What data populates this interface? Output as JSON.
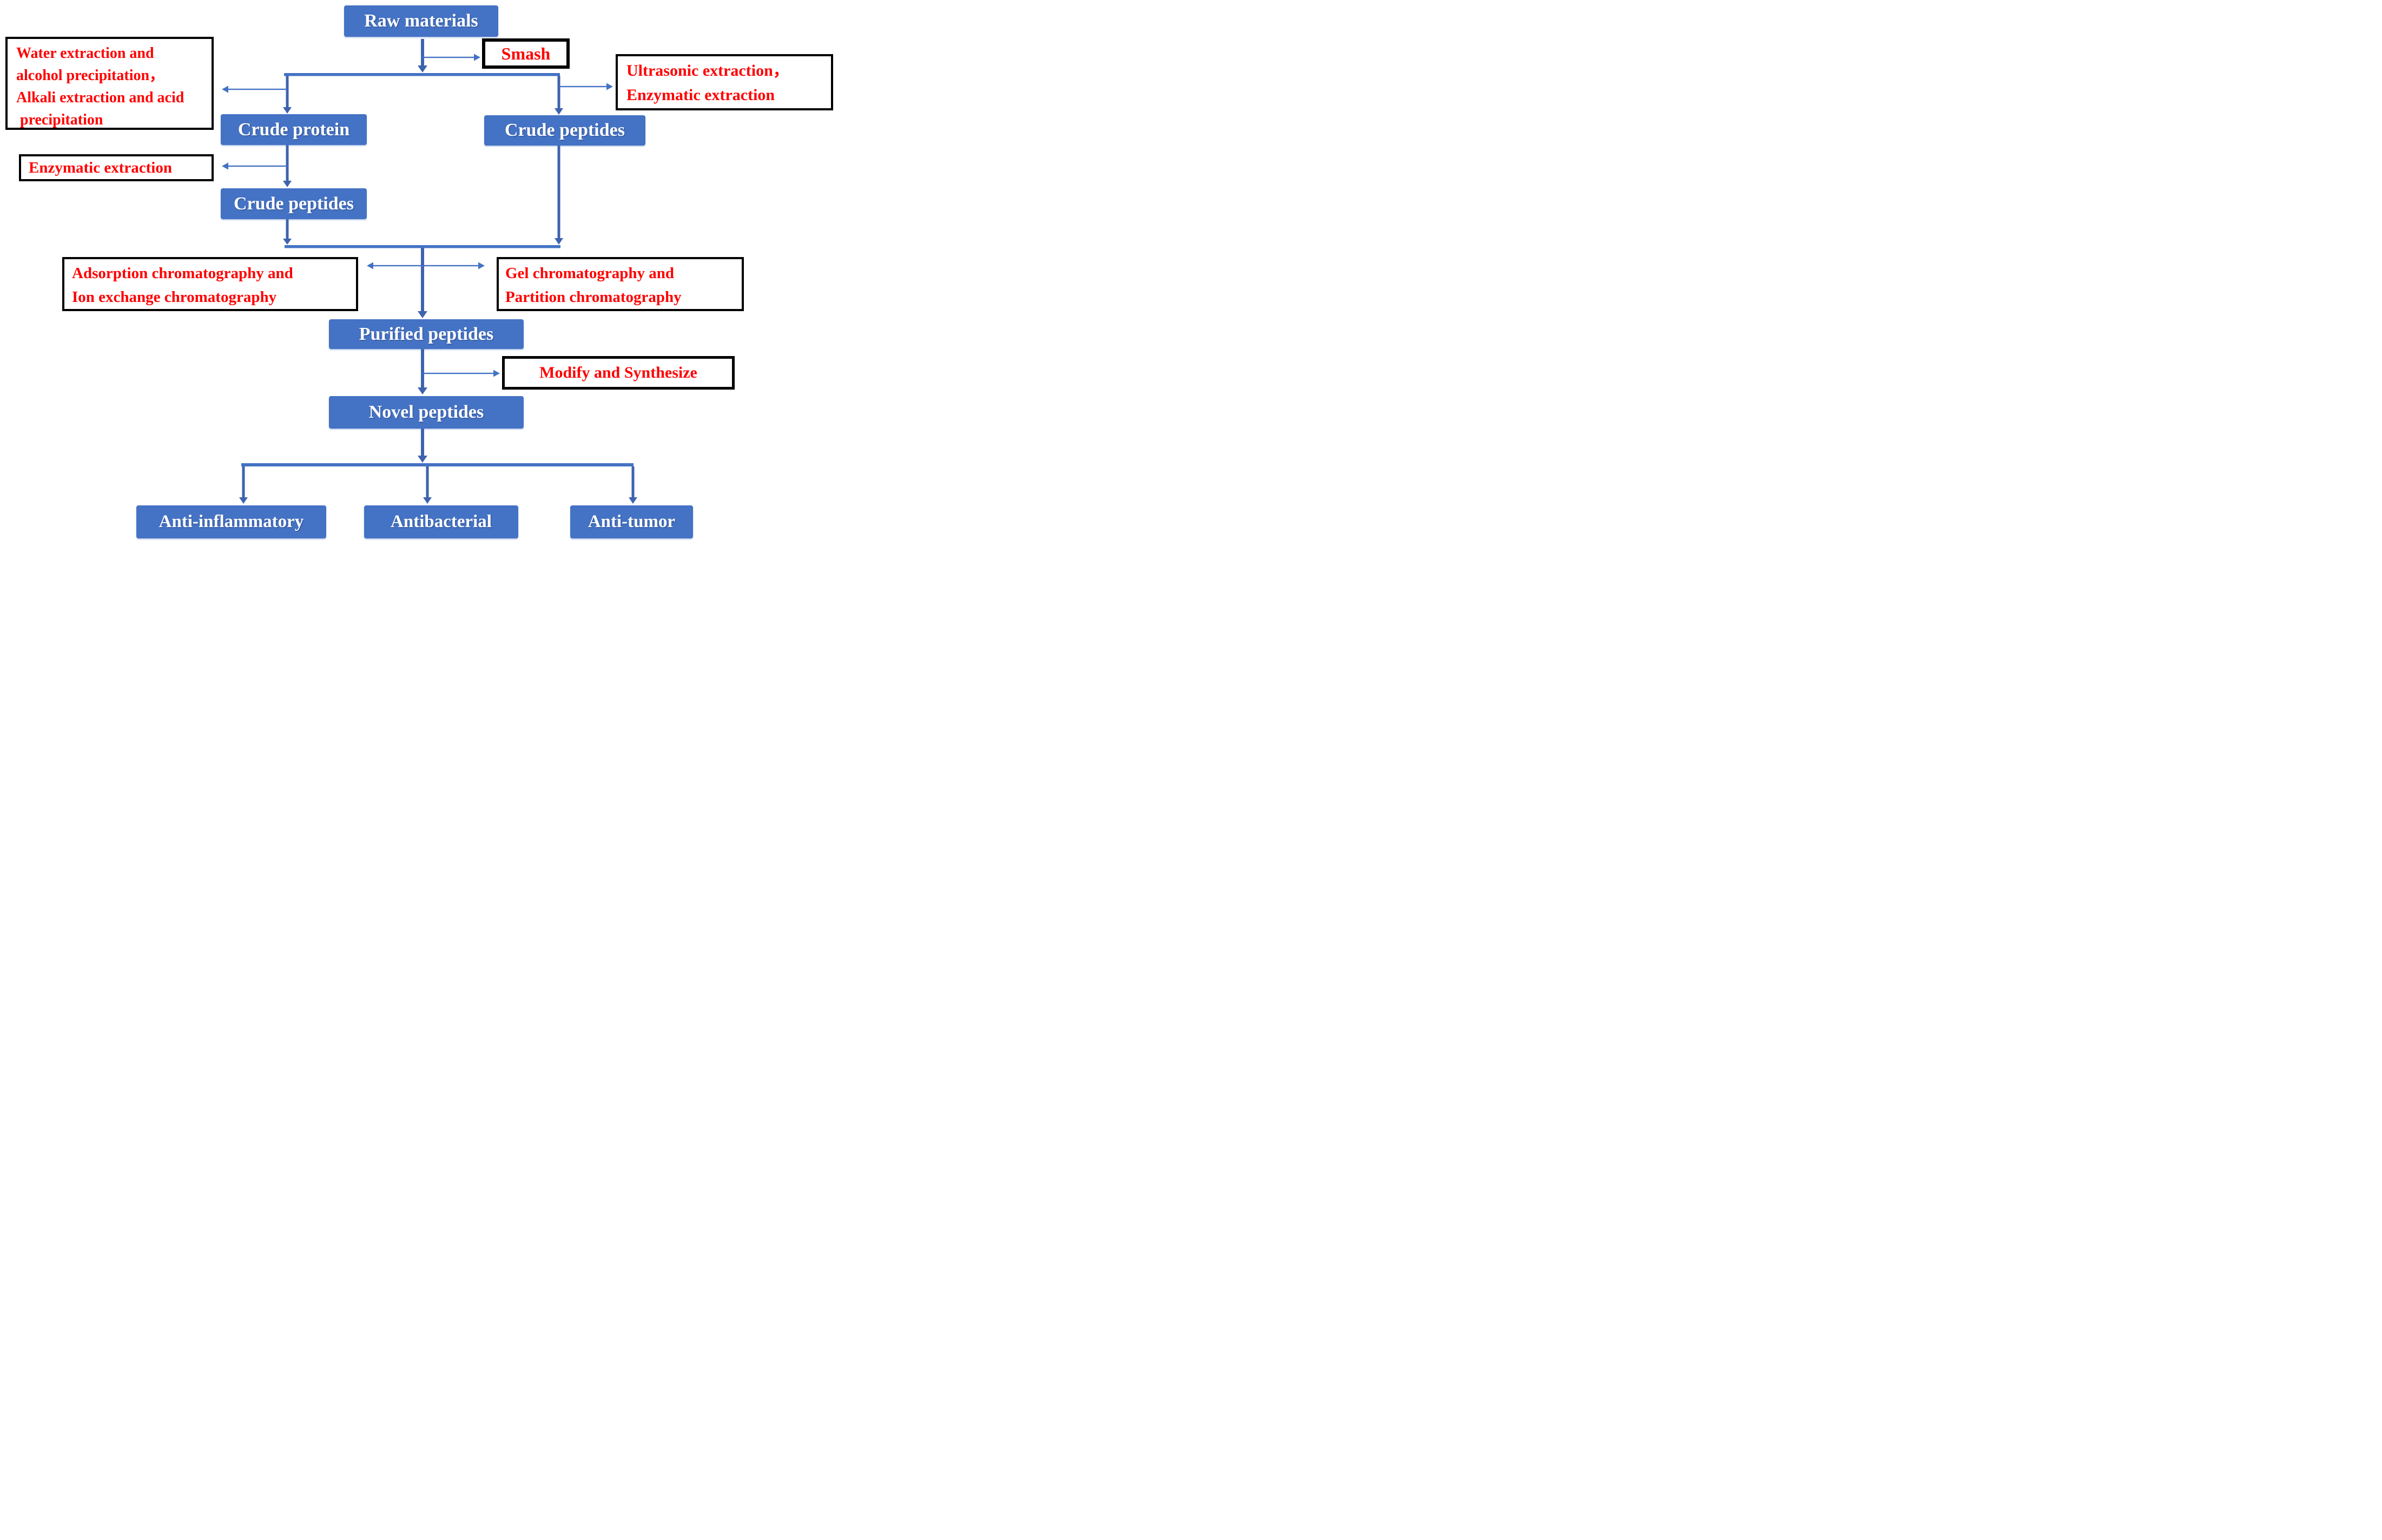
{
  "nodes": {
    "raw_materials": {
      "label": "Raw materials"
    },
    "crude_protein": {
      "label": "Crude protein"
    },
    "crude_peptides_right": {
      "label": "Crude peptides"
    },
    "crude_peptides_left": {
      "label": "Crude peptides"
    },
    "purified_peptides": {
      "label": "Purified peptides"
    },
    "novel_peptides": {
      "label": "Novel peptides"
    },
    "anti_inflammatory": {
      "label": "Anti-inflammatory"
    },
    "antibacterial": {
      "label": "Antibacterial"
    },
    "anti_tumor": {
      "label": "Anti-tumor"
    }
  },
  "annotations": {
    "smash": {
      "lines": [
        "Smash"
      ]
    },
    "water_alkali": {
      "lines": [
        "Water extraction and",
        "alcohol precipitation，",
        "Alkali extraction and acid",
        " precipitation"
      ]
    },
    "ultrasonic_enzymatic": {
      "lines": [
        "Ultrasonic extraction，",
        "Enzymatic extraction"
      ]
    },
    "enzymatic": {
      "lines": [
        "Enzymatic extraction"
      ]
    },
    "adsorption_ion": {
      "lines": [
        "Adsorption chromatography and",
        "Ion exchange chromatography"
      ]
    },
    "gel_partition": {
      "lines": [
        "Gel chromatography and",
        "Partition chromatography"
      ]
    },
    "modify_synthesize": {
      "lines": [
        "Modify and Synthesize"
      ]
    }
  },
  "colors": {
    "node_fill": "#4472C4",
    "node_text": "#FFFFFF",
    "annotation_text": "#FF0000",
    "annotation_border": "#000000",
    "connector": "#4472C4",
    "connector_dark": "#3E63AE",
    "background": "#FFFFFF"
  }
}
